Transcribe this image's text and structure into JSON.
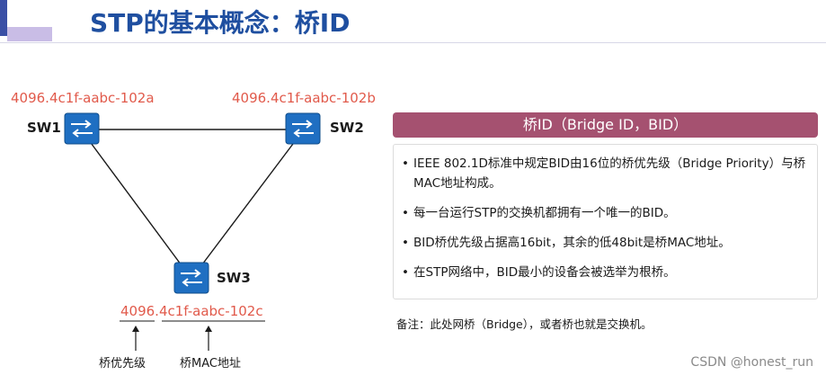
{
  "title": "STP的基本概念：桥ID",
  "switches": [
    {
      "name": "SW1",
      "mac": "4096.4c1f-aabc-102a"
    },
    {
      "name": "SW2",
      "mac": "4096.4c1f-aabc-102b"
    },
    {
      "name": "SW3",
      "mac": "4096.4c1f-aabc-102c"
    }
  ],
  "annotations": {
    "priority": "桥优先级",
    "mac": "桥MAC地址"
  },
  "panel": {
    "header": "桥ID（Bridge ID，BID）",
    "bullets": [
      "IEEE 802.1D标准中规定BID由16位的桥优先级（Bridge Priority）与桥MAC地址构成。",
      "每一台运行STP的交换机都拥有一个唯一的BID。",
      "BID桥优先级占据高16bit，其余的低48bit是桥MAC地址。",
      "在STP网络中，BID最小的设备会被选举为根桥。"
    ]
  },
  "note": "备注：此处网桥（Bridge），或者桥也就是交换机。",
  "watermark": "CSDN @honest_run",
  "colors": {
    "title": "#1f4fa0",
    "mac": "#e15a4b",
    "panel_header": "#a55170",
    "switch_icon": "#1f6fc2"
  }
}
